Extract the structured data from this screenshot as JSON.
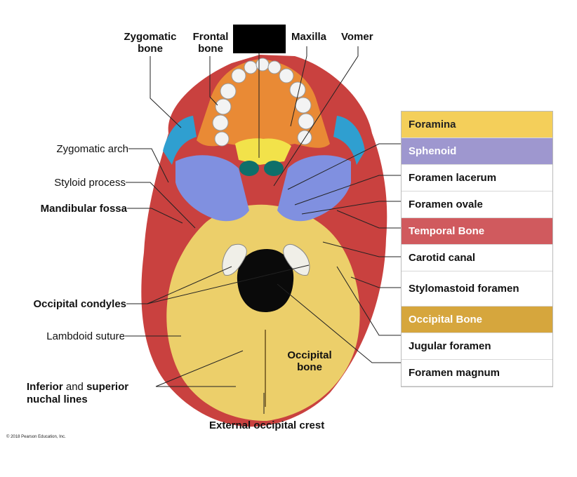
{
  "labels": {
    "zygomatic_bone": "Zygomatic\nbone",
    "frontal_bone": "Frontal\nbone",
    "maxilla": "Maxilla",
    "vomer": "Vomer",
    "zygomatic_arch": "Zygomatic arch",
    "styloid_process": "Styloid process",
    "mandibular_fossa": "Mandibular fossa",
    "occipital_condyles": "Occipital condyles",
    "lambdoid_suture": "Lambdoid suture",
    "nuchal_lines_1": "Inferior",
    "nuchal_lines_and": " and ",
    "nuchal_lines_2": "superior",
    "nuchal_lines_3": "nuchal lines",
    "occipital_bone": "Occipital\nbone",
    "external_occipital_crest": "External occipital crest",
    "copyright": "© 2018 Pearson Education, Inc."
  },
  "legend": {
    "foramina": "Foramina",
    "sphenoid": "Sphenoid",
    "foramen_lacerum": "Foramen lacerum",
    "foramen_ovale": "Foramen ovale",
    "temporal_bone": "Temporal Bone",
    "carotid_canal": "Carotid canal",
    "stylomastoid_foramen": "Stylomastoid foramen",
    "occipital_bone": "Occipital Bone",
    "jugular_foramen": "Jugular foramen",
    "foramen_magnum": "Foramen magnum"
  },
  "colors": {
    "foramina": "#f4cf5a",
    "sphenoid": "#9e97cf",
    "temporal": "#d05a5e",
    "occipital": "#d6a63d",
    "zygomatic": "#2f9fd0",
    "palatine": "#f2e24a",
    "maxilla": "#e98a35",
    "skull_yellow": "#f0d56a",
    "sphenoid_blue": "#6f7fd6"
  }
}
